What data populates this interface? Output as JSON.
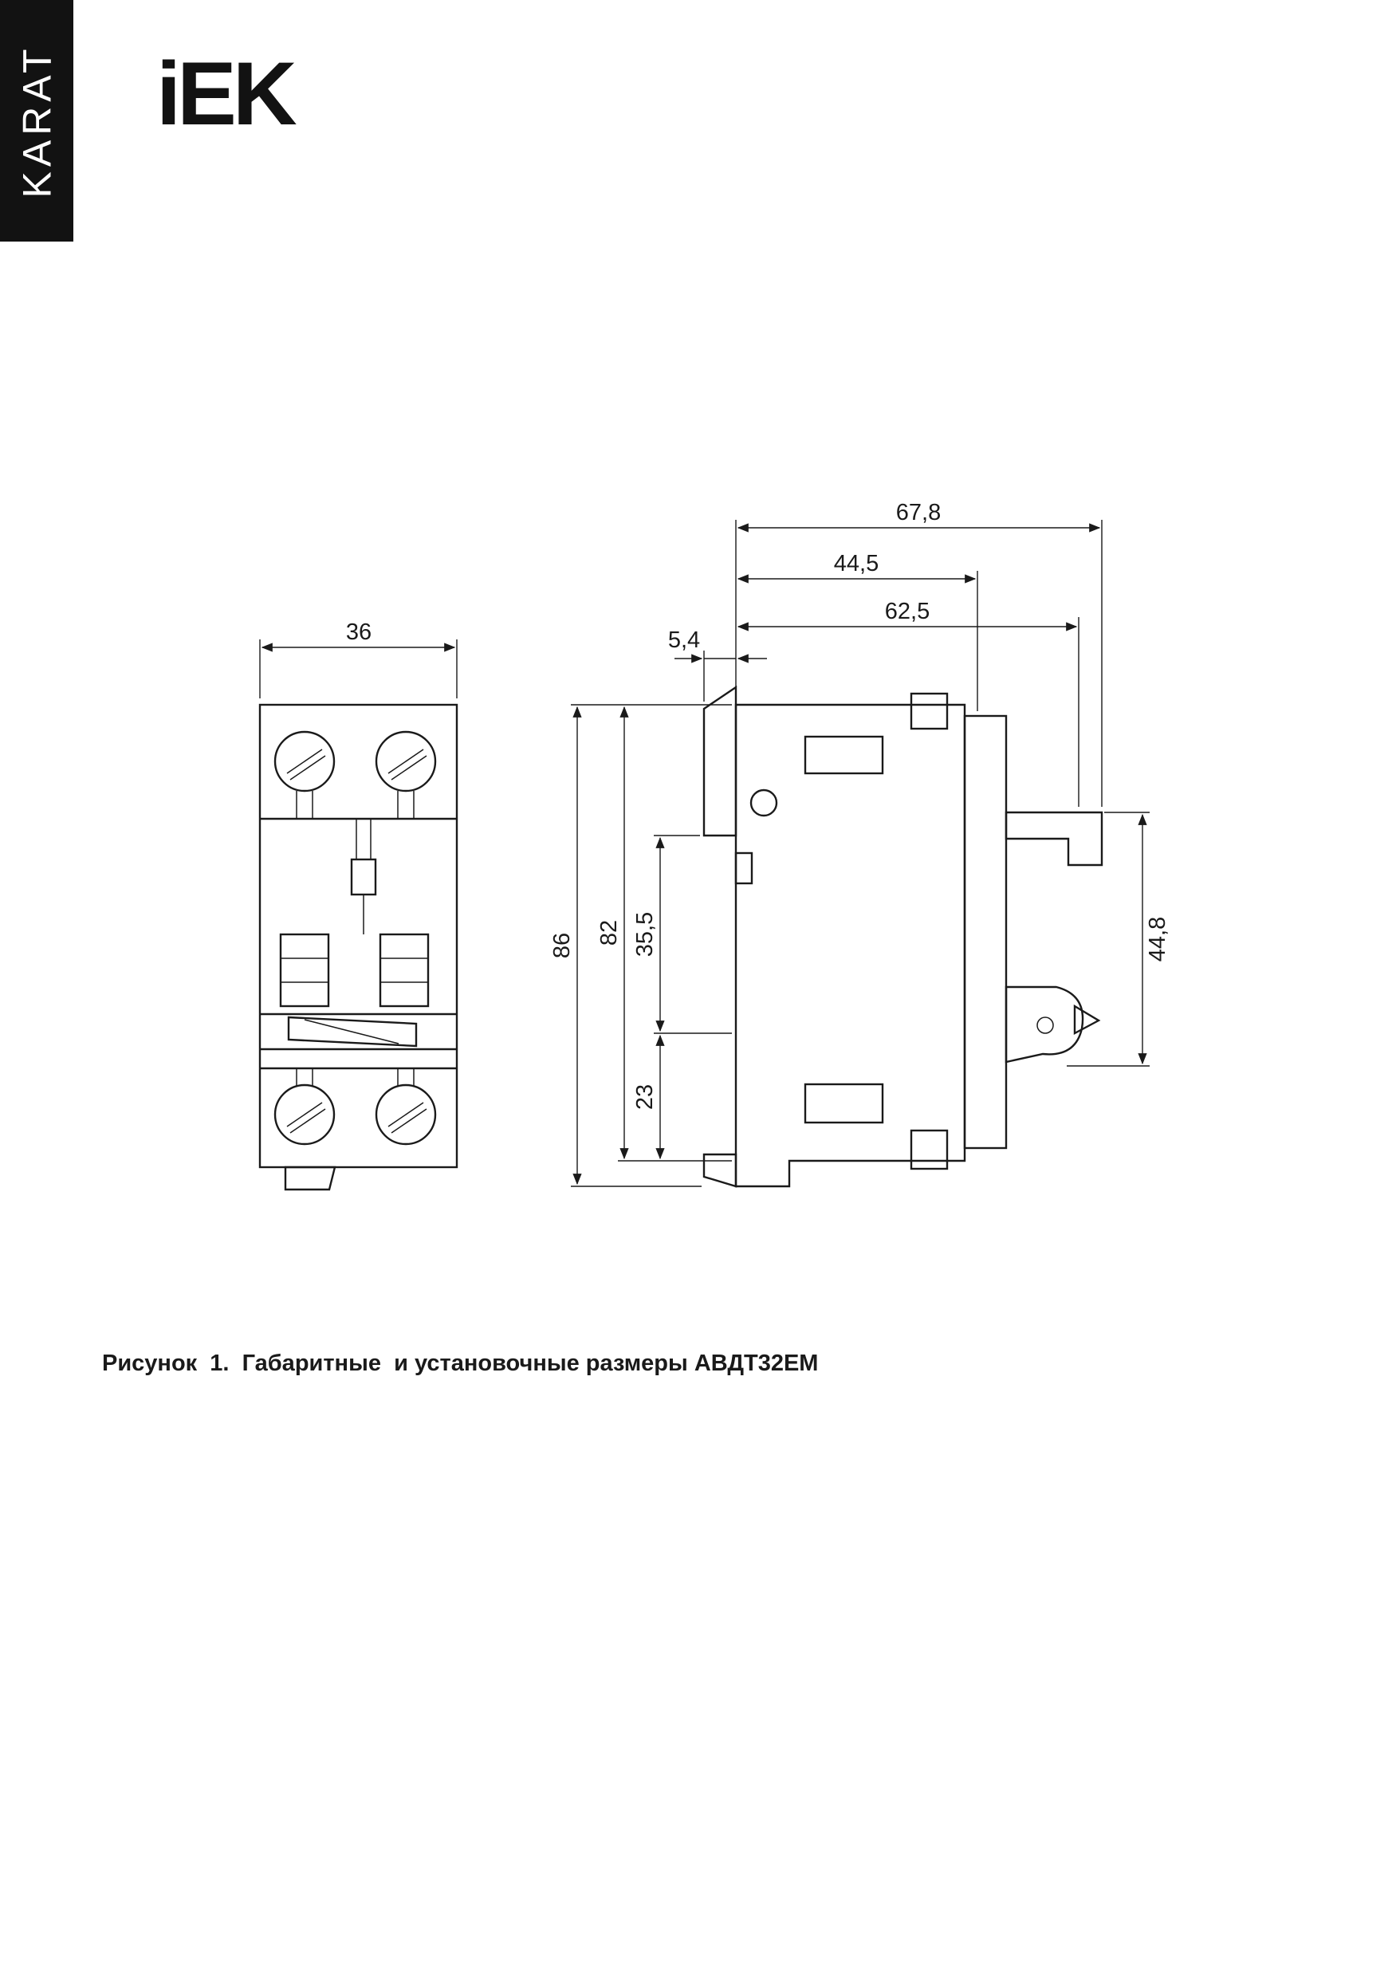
{
  "colors": {
    "ink": "#1a1a1a",
    "background": "#ffffff",
    "brand_bar": "#121212"
  },
  "sidebar": {
    "brand": "KARAT"
  },
  "header": {
    "logo": "iEK"
  },
  "figure": {
    "caption": "Рисунок  1.  Габаритные  и установочные размеры АВДТ32ЕМ",
    "front_view": {
      "dim_width": "36"
    },
    "side_view": {
      "dim_total_depth": "67,8",
      "dim_front_depth": "44,5",
      "dim_rail_depth": "62,5",
      "dim_front_lip": "5,4",
      "dim_height_total": "86",
      "dim_height_body": "82",
      "dim_mid_height": "35,5",
      "dim_lower_height": "23",
      "dim_clip_height": "44,8"
    }
  }
}
